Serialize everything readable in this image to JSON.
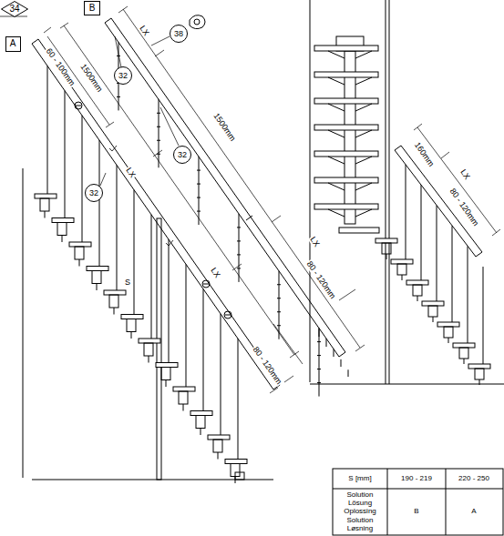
{
  "diagram": {
    "nodes": [
      {
        "text": [
          "34"
        ]
      },
      {
        "text": [
          "A"
        ]
      },
      {
        "text": [
          "B"
        ]
      },
      {
        "text": [
          "38"
        ]
      },
      {
        "text": [
          "32"
        ]
      },
      {
        "text": [
          "32"
        ]
      },
      {
        "text": [
          "32"
        ]
      }
    ],
    "labels": [
      "60 - 100mm",
      "1500mm",
      "LX",
      "LX",
      "S",
      "80 - 120mm",
      "LX",
      "1500mm",
      "LX",
      "80 - 120mm",
      "160mm",
      "LX",
      "80 - 120mm",
      "S [mm]",
      "190 - 219",
      "220 - 250",
      "Solution Lösung Oplossing Solution Løsning",
      "B",
      "A"
    ]
  }
}
